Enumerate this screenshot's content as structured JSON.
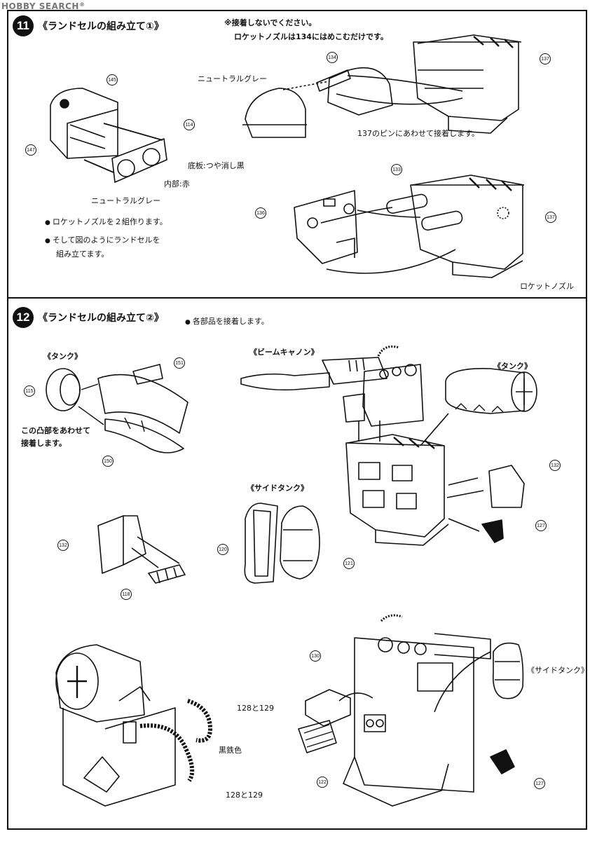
{
  "watermark": "HOBBY SEARCH",
  "step11": {
    "number": "11",
    "title": "《ランドセルの組み立て①》",
    "note_glue": "※接着しないでください。",
    "note_fit": "ロケットノズルは134にはめこむだけです。",
    "label_neutral_gray_1": "ニュートラルグレー",
    "label_pin": "137のピンにあわせて接着します。",
    "label_base": "底板:つや消し黒",
    "label_interior": "内部:赤",
    "label_neutral_gray_2": "ニュートラルグレー",
    "instruction_1": "ロケットノズルを２組作ります。",
    "instruction_2a": "そして図のようにランドセルを",
    "instruction_2b": "組み立てます。",
    "label_rocket_nozzle": "ロケットノズル",
    "parts": [
      "145",
      "147",
      "114",
      "134",
      "137",
      "133",
      "136",
      "137"
    ]
  },
  "step12": {
    "number": "12",
    "title": "《ランドセルの組み立て②》",
    "instruction": "各部品を接着します。",
    "label_tank_1": "《タンク》",
    "label_beam_cannon": "《ビームキャノン》",
    "label_tank_2": "《タンク》",
    "label_notch_1": "この凸部をあわせて",
    "label_notch_2": "接着します。",
    "label_side_tank": "《サイドタンク》",
    "label_side_tank_2": "《サイドタンク》",
    "label_iron_black": "黒鉄色",
    "label_128_129_a": "128と129",
    "label_128_129_b": "128と129",
    "parts": [
      "151",
      "115",
      "150",
      "132",
      "127",
      "132",
      "118",
      "120",
      "121",
      "130",
      "122",
      "127"
    ]
  }
}
